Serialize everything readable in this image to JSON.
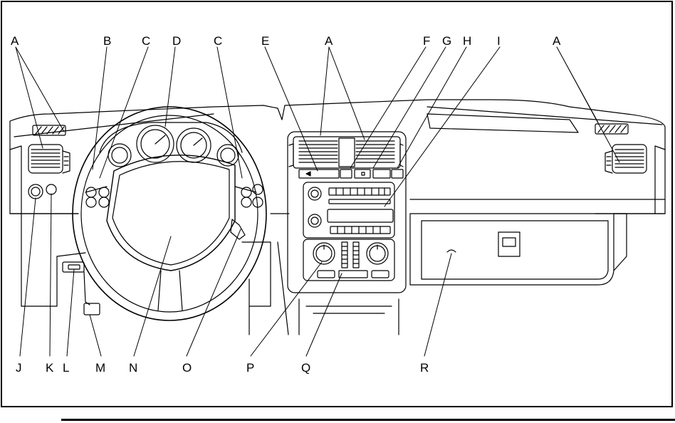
{
  "labels": {
    "top": [
      "A",
      "B",
      "C",
      "D",
      "C",
      "E",
      "A",
      "F",
      "G",
      "H",
      "I",
      "A"
    ],
    "bottom": [
      "J",
      "K",
      "L",
      "M",
      "N",
      "O",
      "P",
      "Q",
      "R"
    ]
  }
}
